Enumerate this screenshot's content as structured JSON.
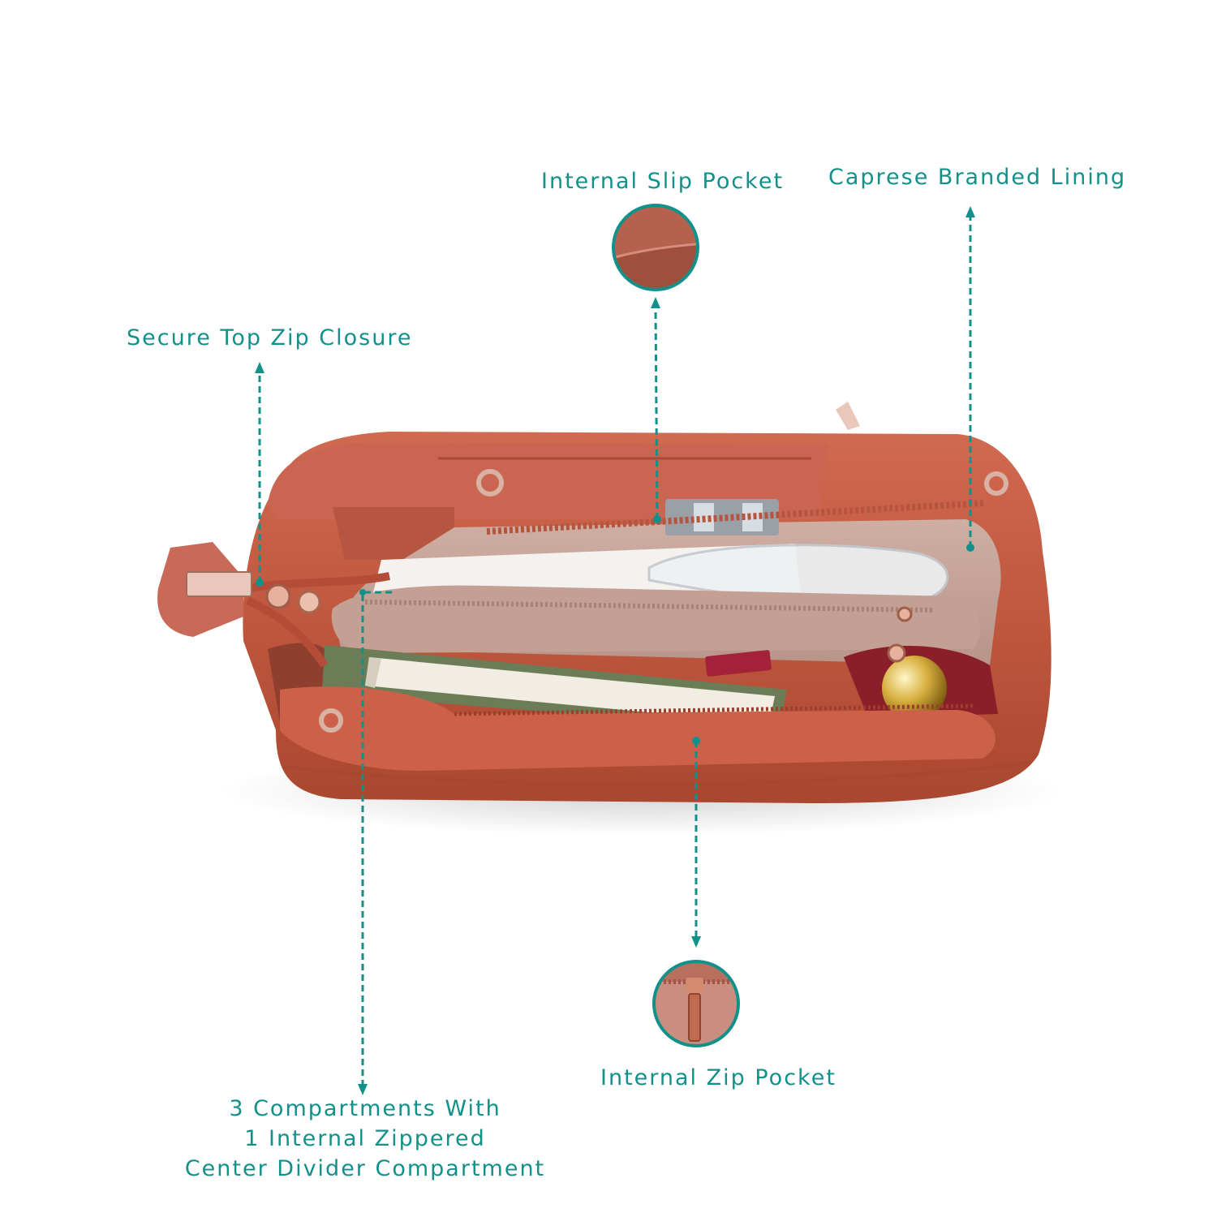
{
  "accent_color": "#12918a",
  "bag_color": "#c0573f",
  "callouts": {
    "slip_pocket": "Internal Slip Pocket",
    "branded_lining": "Caprese Branded Lining",
    "top_zip": "Secure Top Zip Closure",
    "zip_pocket": "Internal Zip Pocket",
    "compartments": {
      "line1": "3 Compartments With",
      "line2": "1 Internal Zippered",
      "line3": "Center Divider Compartment"
    }
  },
  "images": {
    "bag": "open-handbag-top-view",
    "slip_pocket_detail": "slip-pocket-closeup",
    "zip_pocket_detail": "zip-pocket-closeup"
  }
}
